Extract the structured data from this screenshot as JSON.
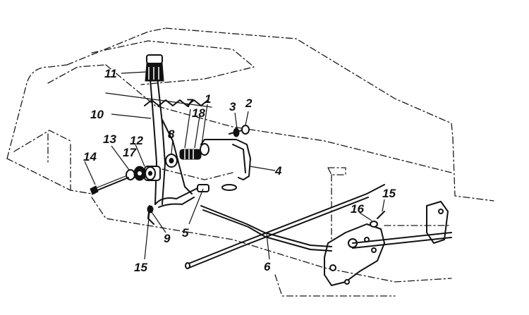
{
  "callouts": [
    {
      "id": "c11",
      "text": "11"
    },
    {
      "id": "c10",
      "text": "10"
    },
    {
      "id": "c7",
      "text": "7"
    },
    {
      "id": "c1",
      "text": "1"
    },
    {
      "id": "c18",
      "text": "18"
    },
    {
      "id": "c3",
      "text": "3"
    },
    {
      "id": "c2",
      "text": "2"
    },
    {
      "id": "c8",
      "text": "8"
    },
    {
      "id": "c13",
      "text": "13"
    },
    {
      "id": "c12",
      "text": "12"
    },
    {
      "id": "c17",
      "text": "17"
    },
    {
      "id": "c14",
      "text": "14"
    },
    {
      "id": "c4",
      "text": "4"
    },
    {
      "id": "c9",
      "text": "9"
    },
    {
      "id": "c5",
      "text": "5"
    },
    {
      "id": "c15a",
      "text": "15"
    },
    {
      "id": "c6",
      "text": "6"
    },
    {
      "id": "c16",
      "text": "16"
    },
    {
      "id": "c15b",
      "text": "15"
    }
  ]
}
